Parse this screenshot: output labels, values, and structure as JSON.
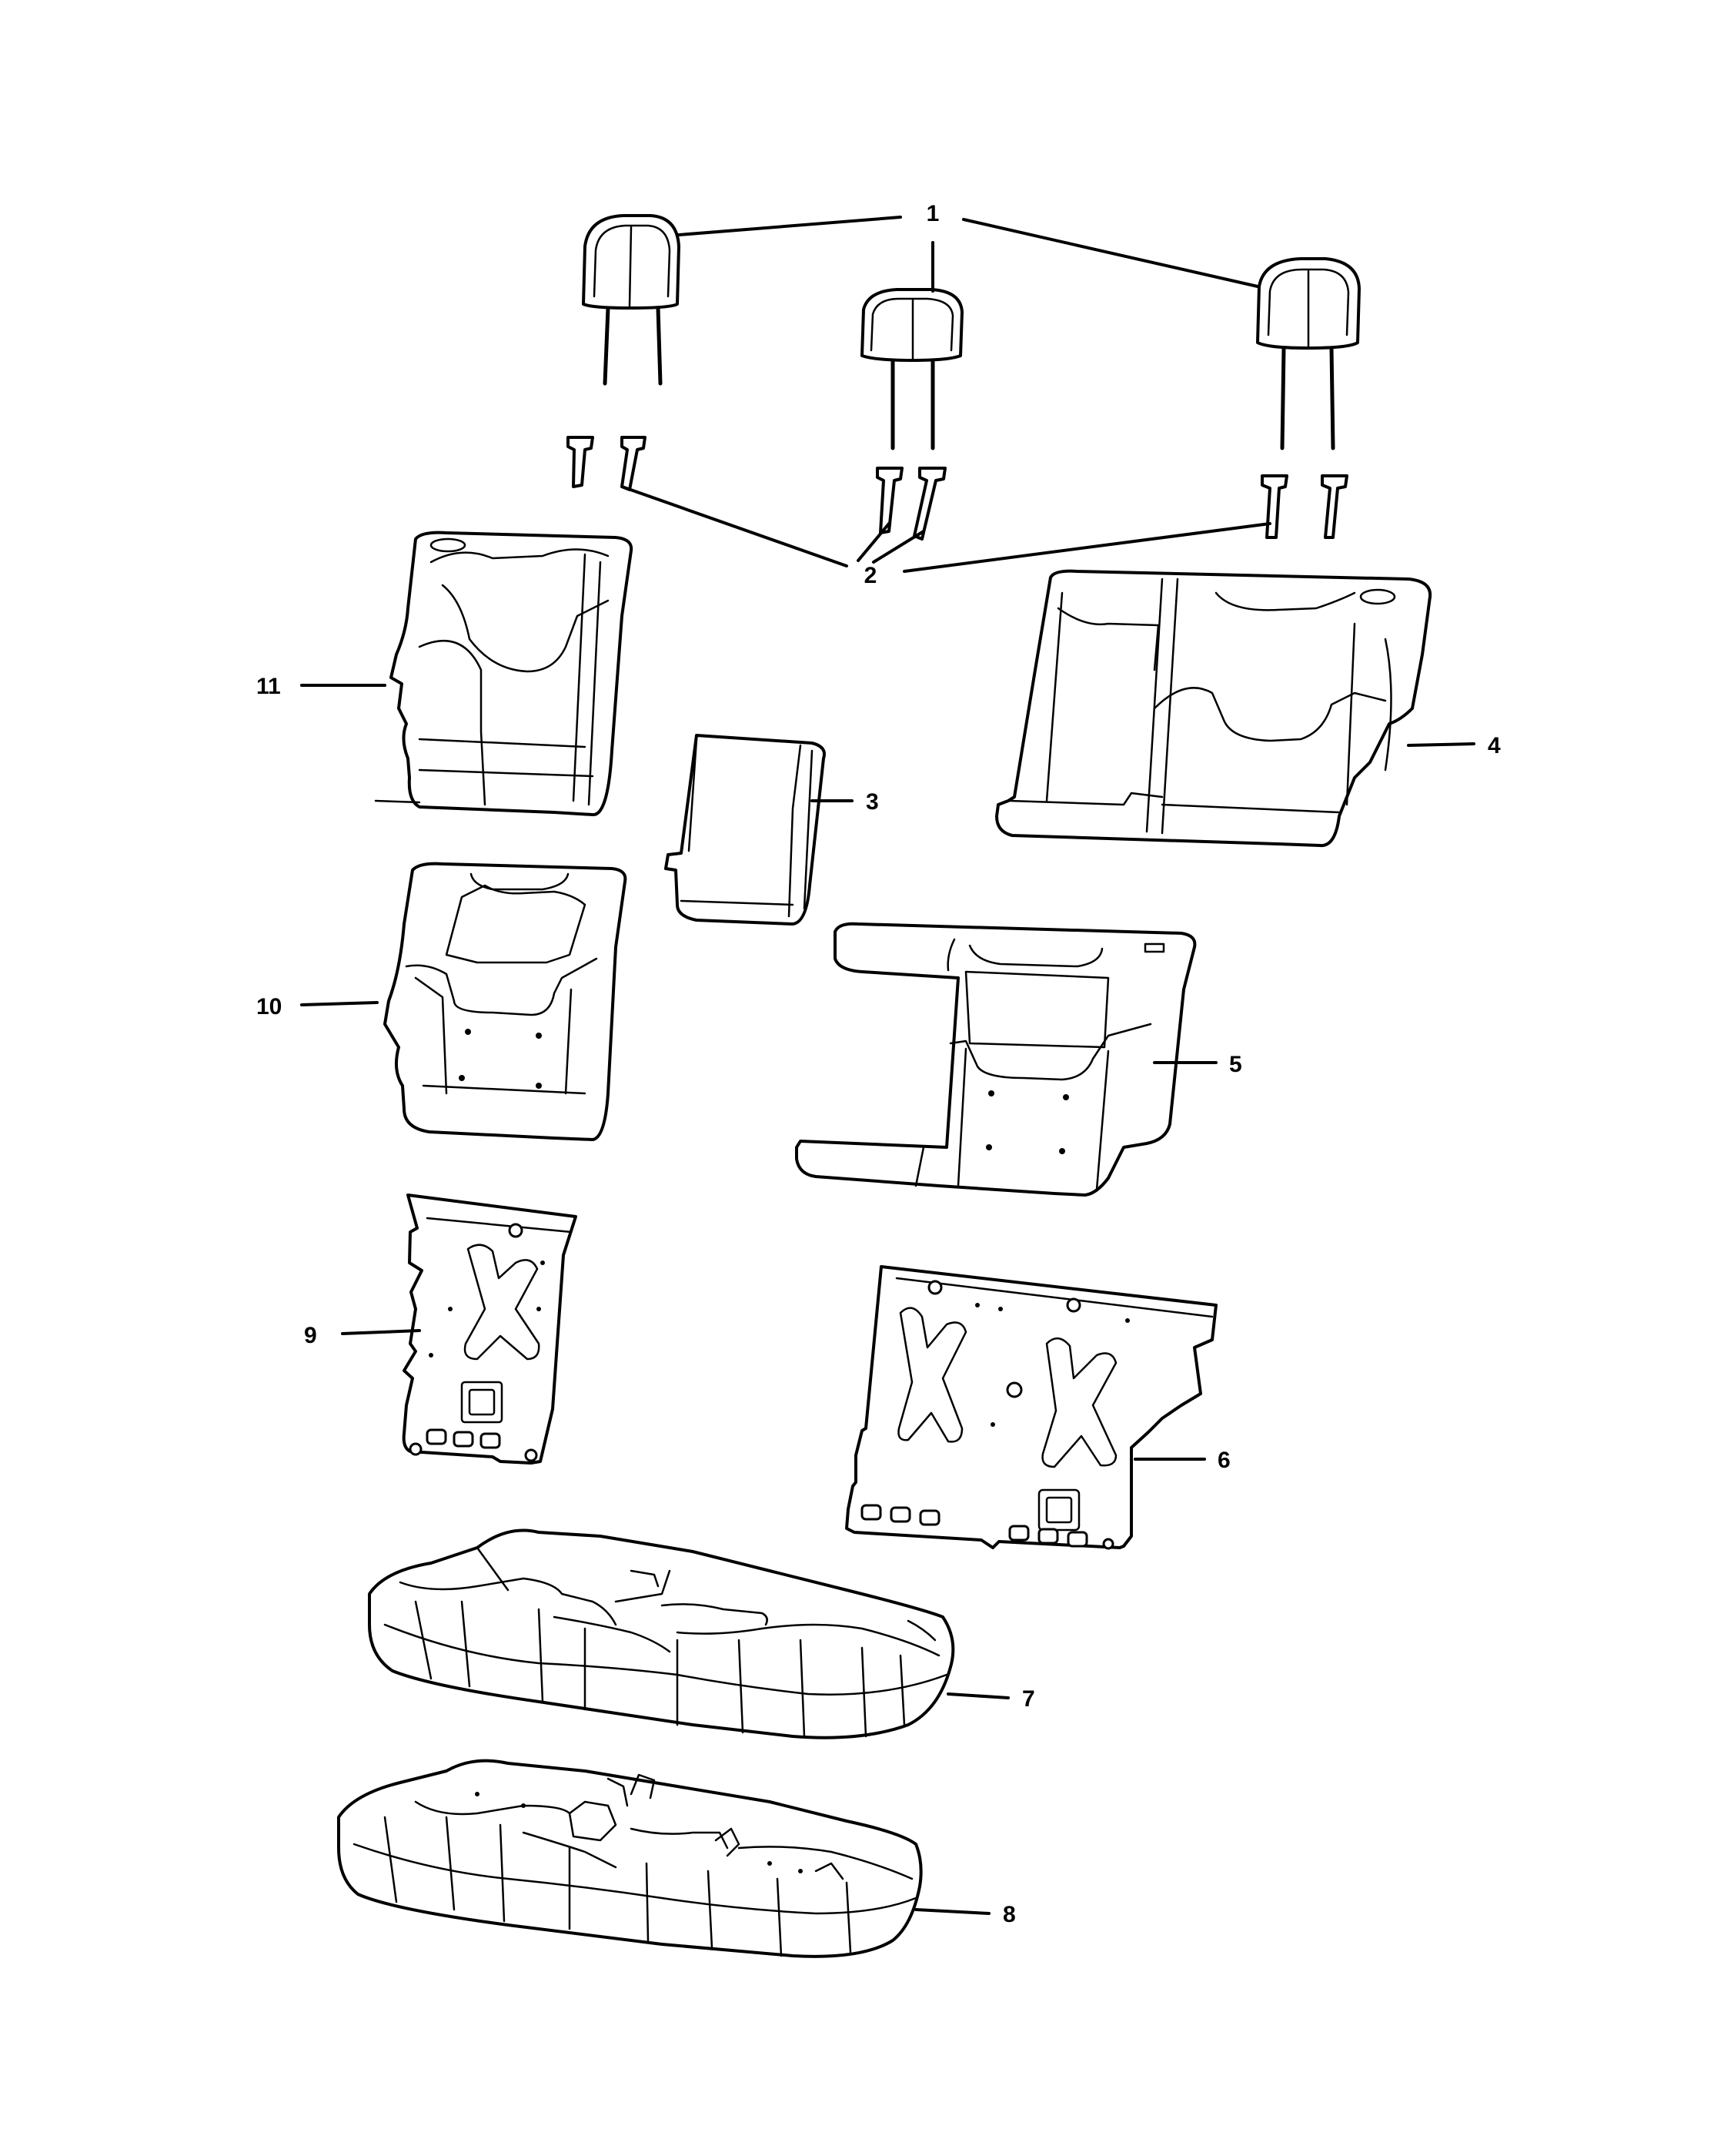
{
  "callouts": {
    "c1": "1",
    "c2": "2",
    "c3": "3",
    "c4": "4",
    "c5": "5",
    "c6": "6",
    "c7": "7",
    "c8": "8",
    "c9": "9",
    "c10": "10",
    "c11": "11"
  },
  "icons": [
    "headrest",
    "headrest-guide",
    "armrest",
    "seat-back-cover",
    "seat-back-foam",
    "seat-back-frame",
    "seat-cushion-cover",
    "seat-cushion-foam"
  ]
}
